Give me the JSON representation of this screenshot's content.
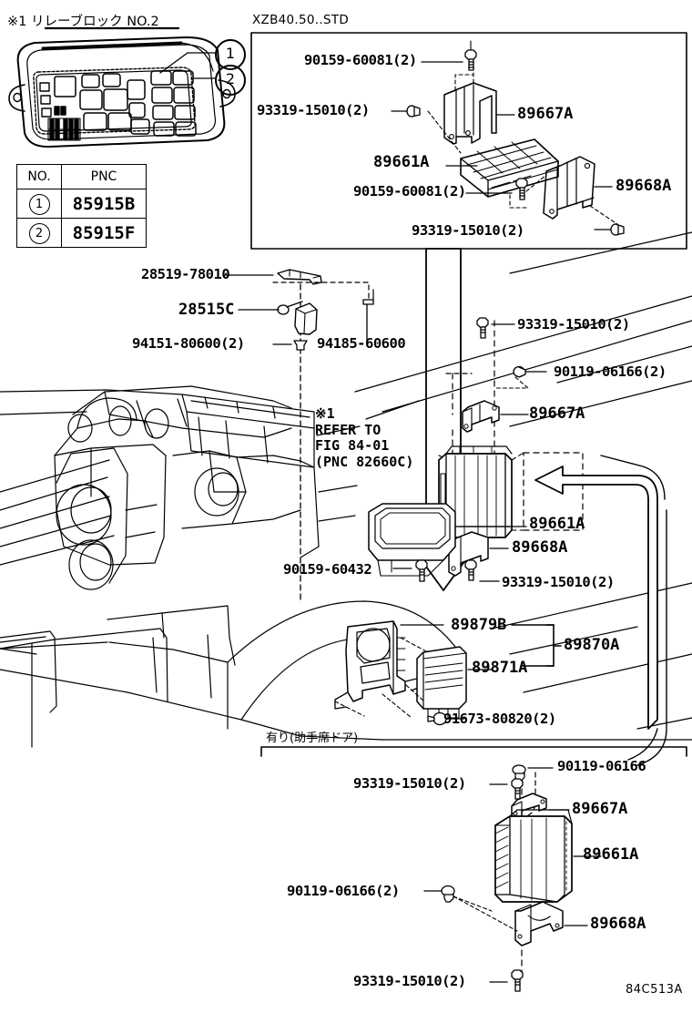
{
  "figure": {
    "code": "84C513A",
    "relay_block_note": "※1 リレーブロック NO.2",
    "top_box_title": "XZB40.50..STD",
    "bottom_box_title": "有り(助手席ドア)",
    "refer_note": "※1\nREFER TO\nFIG 84-01\n(PNC 82660C)"
  },
  "pnc_table": {
    "headers": [
      "NO.",
      "PNC"
    ],
    "rows": [
      {
        "no": "1",
        "pnc": "85915B"
      },
      {
        "no": "2",
        "pnc": "85915F"
      }
    ]
  },
  "relay_callouts": [
    {
      "id": "1"
    },
    {
      "id": "2"
    }
  ],
  "top_box_labels": [
    {
      "name": "bolt-90159-60081-upper",
      "text": "90159-60081(2)"
    },
    {
      "name": "nut-93319-15010-left",
      "text": "93319-15010(2)"
    },
    {
      "name": "bracket-89667A",
      "text": "89667A"
    },
    {
      "name": "computer-89661A",
      "text": "89661A"
    },
    {
      "name": "bolt-90159-60081-lower",
      "text": "90159-60081(2)"
    },
    {
      "name": "bracket-89668A",
      "text": "89668A"
    },
    {
      "name": "nut-93319-15010-right",
      "text": "93319-15010(2)"
    }
  ],
  "main_labels": [
    {
      "name": "part-28519-78010",
      "text": "28519-78010"
    },
    {
      "name": "part-28515C",
      "text": "28515C"
    },
    {
      "name": "part-94151-80600",
      "text": "94151-80600(2)"
    },
    {
      "name": "part-94185-60600",
      "text": "94185-60600"
    },
    {
      "name": "nut-93319-15010-top",
      "text": "93319-15010(2)"
    },
    {
      "name": "bolt-90119-06166",
      "text": "90119-06166(2)"
    },
    {
      "name": "bracket-89667A",
      "text": "89667A"
    },
    {
      "name": "computer-89661A",
      "text": "89661A"
    },
    {
      "name": "bracket-89668A",
      "text": "89668A"
    },
    {
      "name": "nut-93319-15010-bot",
      "text": "93319-15010(2)"
    },
    {
      "name": "bolt-90159-60432",
      "text": "90159-60432"
    },
    {
      "name": "bracket-89879B",
      "text": "89879B"
    },
    {
      "name": "assembly-89870A",
      "text": "89870A"
    },
    {
      "name": "sensor-89871A",
      "text": "89871A"
    },
    {
      "name": "screw-91673-80820",
      "text": "91673-80820(2)"
    }
  ],
  "bottom_box_labels": [
    {
      "name": "nut-93319-15010-upper",
      "text": "93319-15010(2)"
    },
    {
      "name": "bolt-90119-06166",
      "text": "90119-06166"
    },
    {
      "name": "bracket-89667A",
      "text": "89667A"
    },
    {
      "name": "computer-89661A",
      "text": "89661A"
    },
    {
      "name": "bolt-90119-06166-pair",
      "text": "90119-06166(2)"
    },
    {
      "name": "bracket-89668A",
      "text": "89668A"
    },
    {
      "name": "nut-93319-15010-lower",
      "text": "93319-15010(2)"
    }
  ],
  "colors": {
    "ink": "#000000",
    "paper": "#ffffff"
  }
}
